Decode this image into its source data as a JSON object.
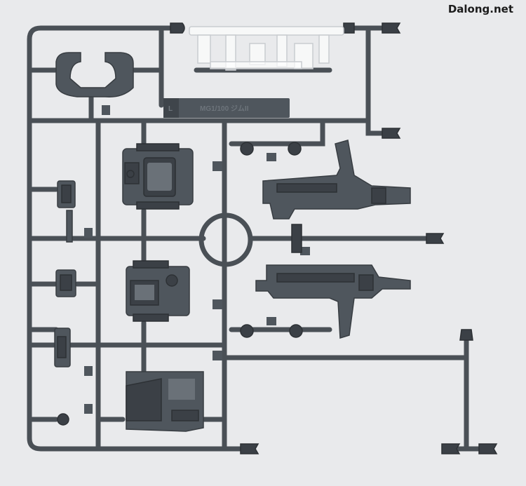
{
  "watermark": "Dalong.net",
  "sprue": {
    "letter": "L",
    "label": "MG1/100 ジムII"
  },
  "colors": {
    "background": "#e9eaec",
    "plastic": "#4f565d",
    "clear_parts": "#ffffff"
  }
}
